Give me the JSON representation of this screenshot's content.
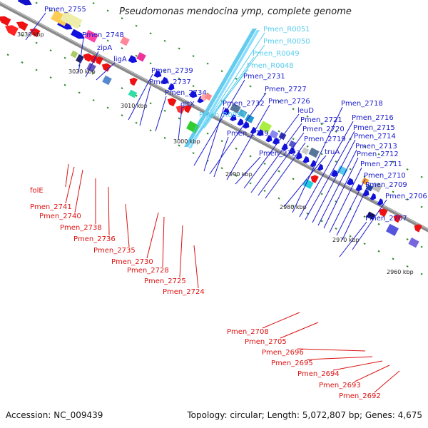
{
  "title": "Pseudomonas mendocina ymp, complete genome",
  "footer": {
    "accession": "Accession: NC_009439",
    "summary": "Topology: circular; Length: 5,072,807 bp; Genes: 4,675"
  },
  "colors": {
    "backbone": "#8a8a8a",
    "forward_label": "#1a1acc",
    "reverse_label": "#dd1111",
    "rna_label": "#55ccee",
    "tick": "#2e8b2e"
  },
  "ticks": [
    "3030 kbp",
    "3020 kbp",
    "3010 kbp",
    "3000 kbp",
    "2990 kbp",
    "2980 kbp",
    "2970 kbp",
    "2960 kbp"
  ],
  "forward_labels": [
    "Pmen_2755",
    "Pmen_2748",
    "zipA",
    "ligA",
    "Pmen_2739",
    "Pmen_2737",
    "Pmen_2734",
    "gltX",
    "Pmen_2731",
    "Pmen_2732",
    "Pmen_2727",
    "Pmen_2726",
    "Pmen_2729",
    "leuD",
    "Pmen_2721",
    "Pmen_2720",
    "Pmen_2719",
    "Pmen_2723",
    "truA",
    "Pmen_2718",
    "Pmen_2716",
    "Pmen_2715",
    "Pmen_2714",
    "Pmen_2713",
    "Pmen_2712",
    "Pmen_2711",
    "Pmen_2710",
    "Pmen_2709",
    "Pmen_2706",
    "Pmen_2707"
  ],
  "rna_labels": [
    "Pmen_R0051",
    "Pmen_R0050",
    "Pmen_R0049",
    "Pmen_R0048",
    "Pmen_R0053"
  ],
  "reverse_labels": [
    "folE",
    "Pmen_2741",
    "Pmen_2740",
    "Pmen_2738",
    "Pmen_2736",
    "Pmen_2735",
    "Pmen_2730",
    "Pmen_2728",
    "Pmen_2725",
    "Pmen_2724",
    "Pmen_2708",
    "Pmen_2705",
    "Pmen_2696",
    "Pmen_2695",
    "Pmen_2694",
    "Pmen_2693",
    "Pmen_2692"
  ]
}
